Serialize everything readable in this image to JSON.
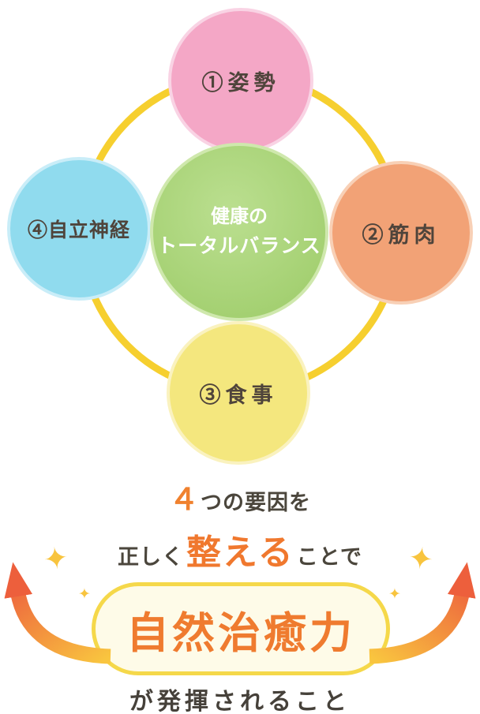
{
  "diagram": {
    "center": {
      "line1": "健康の",
      "line2": "トータルバランス"
    },
    "node_top": {
      "label": "①姿勢"
    },
    "node_right": {
      "label": "②筋肉"
    },
    "node_bottom": {
      "label": "③食事"
    },
    "node_left": {
      "label": "④自立神経"
    }
  },
  "caption": {
    "factors_num": "４",
    "factors_rest": "つの要因を",
    "adjust_pre": "正しく",
    "adjust_em": "整える",
    "adjust_post": "ことで",
    "power_label": "自然治癒力",
    "result_line": "が発揮されること"
  },
  "icons": {
    "sparkle": "✦"
  },
  "colors": {
    "node_top": "#f4a7c6",
    "node_right": "#f2a276",
    "node_bottom": "#f4e77e",
    "node_left": "#90dbee",
    "node_center": "#9ccb67",
    "cycle_arc": "#f6cf2f",
    "accent_orange": "#f0782e",
    "box_border": "#f5d84a",
    "box_fill": "#fefbe8",
    "text_dark": "#4b463c",
    "arrow_gradient_start": "#f9c53f",
    "arrow_gradient_end": "#ee6a3e"
  }
}
